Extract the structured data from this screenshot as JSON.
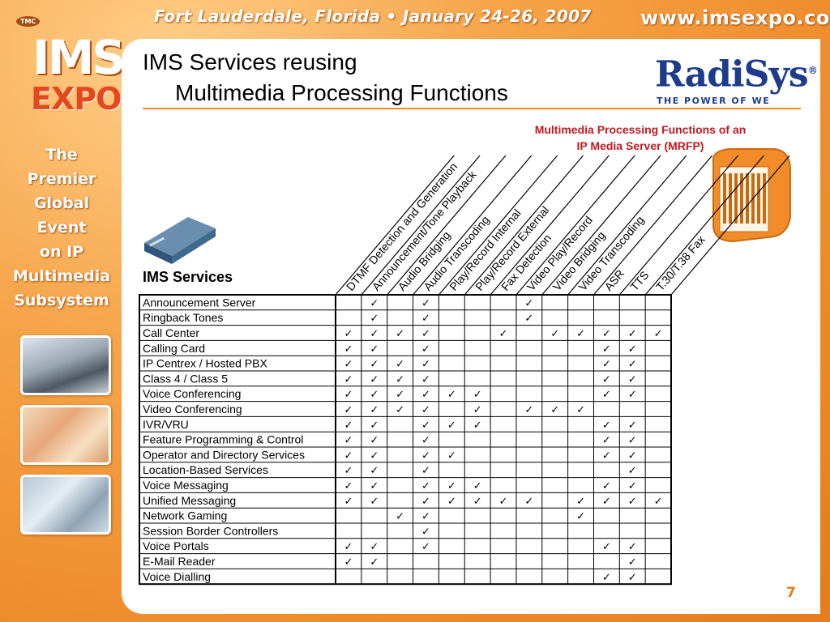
{
  "header": {
    "event_line": "Fort Lauderdale, Florida • January 24-26, 2007",
    "url": "www.imsexpo.com"
  },
  "logo": {
    "badge": "TMC",
    "name": "IMS",
    "sub": "EXPO",
    "tagline": [
      "The Premier",
      "Global Event",
      "on IP",
      "Multimedia",
      "Subsystem"
    ]
  },
  "slide": {
    "title_line1": "IMS Services reusing",
    "title_line2": "Multimedia Processing Functions",
    "brand_name": "RadiSys",
    "brand_tagline": "THE POWER OF WE",
    "mp_label_line1": "Multimedia Processing Functions of an",
    "mp_label_line2": "IP Media Server (MRFP)",
    "ims_label": "IMS Services",
    "page_number": "7"
  },
  "icons": {
    "ims_server": "server-box-icon",
    "media_server": "media-server-rack-icon",
    "check": "check-mark-icon"
  },
  "colors": {
    "accent_orange": "#f08a2a",
    "brand_blue": "#1e3c8c",
    "label_red": "#c4191f",
    "page_number": "#e57b1d"
  },
  "matrix": {
    "check_glyph": "✓",
    "columns": [
      "DTMF Detection and Generation",
      "Announcement/Tone Playback",
      "Audio Bridging",
      "Audio Transcoding",
      "Play/Record Internal",
      "Play/Record External",
      "Fax Detection",
      "Video Play/Record",
      "Video Bridging",
      "Video Transcoding",
      "ASR",
      "TTS",
      "T.30/T.38 Fax"
    ],
    "rows": [
      {
        "service": "Announcement Server",
        "checks": [
          0,
          1,
          0,
          1,
          0,
          0,
          0,
          1,
          0,
          0,
          0,
          0,
          0
        ]
      },
      {
        "service": "Ringback Tones",
        "checks": [
          0,
          1,
          0,
          1,
          0,
          0,
          0,
          1,
          0,
          0,
          0,
          0,
          0
        ]
      },
      {
        "service": "Call Center",
        "checks": [
          1,
          1,
          1,
          1,
          0,
          0,
          1,
          0,
          1,
          1,
          1,
          1,
          1
        ]
      },
      {
        "service": "Calling Card",
        "checks": [
          1,
          1,
          0,
          1,
          0,
          0,
          0,
          0,
          0,
          0,
          1,
          1,
          0
        ]
      },
      {
        "service": "IP Centrex / Hosted PBX",
        "checks": [
          1,
          1,
          1,
          1,
          0,
          0,
          0,
          0,
          0,
          0,
          1,
          1,
          0
        ]
      },
      {
        "service": "Class 4 / Class 5",
        "checks": [
          1,
          1,
          1,
          1,
          0,
          0,
          0,
          0,
          0,
          0,
          1,
          1,
          0
        ]
      },
      {
        "service": "Voice Conferencing",
        "checks": [
          1,
          1,
          1,
          1,
          1,
          1,
          0,
          0,
          0,
          0,
          1,
          1,
          0
        ]
      },
      {
        "service": "Video Conferencing",
        "checks": [
          1,
          1,
          1,
          1,
          0,
          1,
          0,
          1,
          1,
          1,
          0,
          0,
          0
        ]
      },
      {
        "service": "IVR/VRU",
        "checks": [
          1,
          1,
          0,
          1,
          1,
          1,
          0,
          0,
          0,
          0,
          1,
          1,
          0
        ]
      },
      {
        "service": "Feature Programming & Control",
        "checks": [
          1,
          1,
          0,
          1,
          0,
          0,
          0,
          0,
          0,
          0,
          1,
          1,
          0
        ]
      },
      {
        "service": "Operator and Directory Services",
        "checks": [
          1,
          1,
          0,
          1,
          1,
          0,
          0,
          0,
          0,
          0,
          1,
          1,
          0
        ]
      },
      {
        "service": "Location-Based Services",
        "checks": [
          1,
          1,
          0,
          1,
          0,
          0,
          0,
          0,
          0,
          0,
          0,
          1,
          0
        ]
      },
      {
        "service": "Voice Messaging",
        "checks": [
          1,
          1,
          0,
          1,
          1,
          1,
          0,
          0,
          0,
          0,
          1,
          1,
          0
        ]
      },
      {
        "service": "Unified Messaging",
        "checks": [
          1,
          1,
          0,
          1,
          1,
          1,
          1,
          1,
          0,
          1,
          1,
          1,
          1
        ]
      },
      {
        "service": "Network Gaming",
        "checks": [
          0,
          0,
          1,
          1,
          0,
          0,
          0,
          0,
          0,
          1,
          0,
          0,
          0
        ]
      },
      {
        "service": "Session Border Controllers",
        "checks": [
          0,
          0,
          0,
          1,
          0,
          0,
          0,
          0,
          0,
          0,
          0,
          0,
          0
        ]
      },
      {
        "service": "Voice Portals",
        "checks": [
          1,
          1,
          0,
          1,
          0,
          0,
          0,
          0,
          0,
          0,
          1,
          1,
          0
        ]
      },
      {
        "service": "E-Mail Reader",
        "checks": [
          1,
          1,
          0,
          0,
          0,
          0,
          0,
          0,
          0,
          0,
          0,
          1,
          0
        ]
      },
      {
        "service": "Voice Dialling",
        "checks": [
          0,
          0,
          0,
          0,
          0,
          0,
          0,
          0,
          0,
          0,
          1,
          1,
          0
        ]
      }
    ]
  }
}
